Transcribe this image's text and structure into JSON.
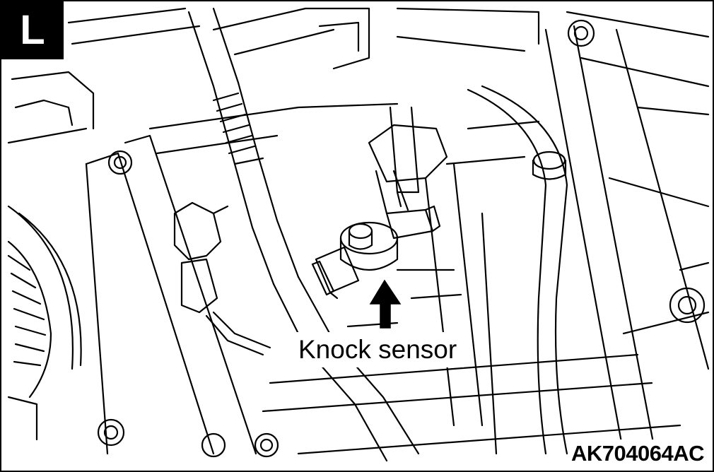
{
  "view_badge": "L",
  "callout": {
    "label": "Knock sensor"
  },
  "figure_code": "AK704064AC",
  "colors": {
    "line": "#000000",
    "background": "#ffffff",
    "badge_bg": "#000000",
    "badge_text": "#ffffff"
  }
}
